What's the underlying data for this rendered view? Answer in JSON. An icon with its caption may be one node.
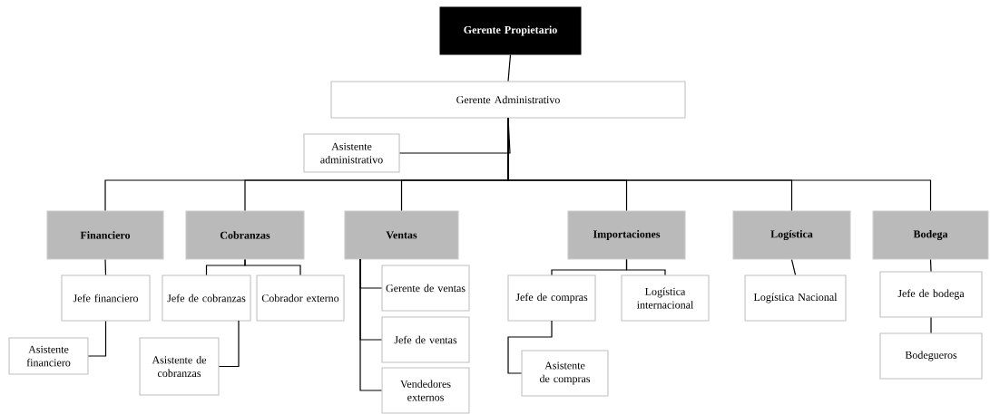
{
  "diagram": {
    "nodes": [
      {
        "text": [
          "Gerente Propietario"
        ]
      },
      {
        "text": [
          "Gerente Administrativo"
        ]
      },
      {
        "text": [
          "Asistente administrativo"
        ]
      },
      {
        "text": [
          "Financiero"
        ]
      },
      {
        "text": [
          "Cobranzas"
        ]
      },
      {
        "text": [
          "Ventas"
        ]
      },
      {
        "text": [
          "Importaciones"
        ]
      },
      {
        "text": [
          "Logística"
        ]
      },
      {
        "text": [
          "Bodega"
        ]
      },
      {
        "text": [
          "Jefe financiero"
        ]
      },
      {
        "text": [
          "Asistente financiero"
        ]
      },
      {
        "text": [
          "Jefe de cobranzas"
        ]
      },
      {
        "text": [
          "Cobrador externo"
        ]
      },
      {
        "text": [
          "Asistente de cobranzas"
        ]
      },
      {
        "text": [
          "Gerente de ventas"
        ]
      },
      {
        "text": [
          "Jefe de ventas"
        ]
      },
      {
        "text": [
          "Vendedores externos"
        ]
      },
      {
        "text": [
          "Jefe de compras"
        ]
      },
      {
        "text": [
          "Logística internacional"
        ]
      },
      {
        "text": [
          "Asistente de compras"
        ]
      },
      {
        "text": [
          "Logística Nacional"
        ]
      },
      {
        "text": [
          "Jefe de bodega"
        ]
      },
      {
        "text": [
          "Bodegueros"
        ]
      }
    ],
    "edges": [
      {
        "from": 0,
        "to": 1,
        "arrow": "none"
      },
      {
        "from": 1,
        "to": 2,
        "arrow": "none"
      },
      {
        "from": 1,
        "to": 3,
        "arrow": "none"
      },
      {
        "from": 1,
        "to": 4,
        "arrow": "none"
      },
      {
        "from": 1,
        "to": 5,
        "arrow": "none"
      },
      {
        "from": 1,
        "to": 6,
        "arrow": "none"
      },
      {
        "from": 1,
        "to": 7,
        "arrow": "none"
      },
      {
        "from": 1,
        "to": 8,
        "arrow": "none"
      },
      {
        "from": 3,
        "to": 9,
        "arrow": "none"
      },
      {
        "from": 9,
        "to": 10,
        "arrow": "none"
      },
      {
        "from": 4,
        "to": 11,
        "arrow": "none"
      },
      {
        "from": 4,
        "to": 12,
        "arrow": "none"
      },
      {
        "from": 11,
        "to": 13,
        "arrow": "none"
      },
      {
        "from": 5,
        "to": 14,
        "arrow": "none"
      },
      {
        "from": 5,
        "to": 15,
        "arrow": "none"
      },
      {
        "from": 5,
        "to": 16,
        "arrow": "none"
      },
      {
        "from": 6,
        "to": 17,
        "arrow": "none"
      },
      {
        "from": 6,
        "to": 18,
        "arrow": "none"
      },
      {
        "from": 17,
        "to": 19,
        "arrow": "none"
      },
      {
        "from": 7,
        "to": 20,
        "arrow": "none"
      },
      {
        "from": 8,
        "to": 21,
        "arrow": "none"
      },
      {
        "from": 21,
        "to": 22,
        "arrow": "none"
      }
    ]
  }
}
